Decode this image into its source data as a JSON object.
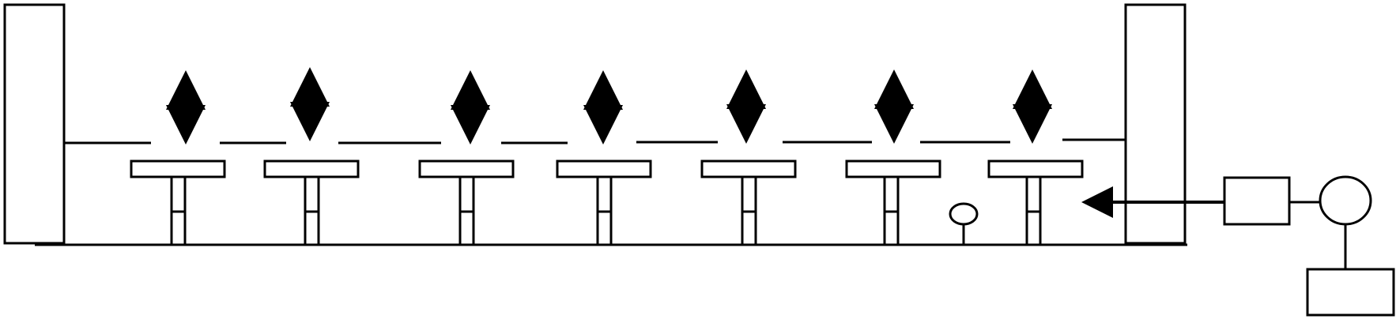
{
  "diagram": {
    "stroke_color": "#000000",
    "fill_color": "#ffffff",
    "stage_count": 7,
    "stages": [
      {
        "id": "stage-1"
      },
      {
        "id": "stage-2"
      },
      {
        "id": "stage-3"
      },
      {
        "id": "stage-4"
      },
      {
        "id": "stage-5"
      },
      {
        "id": "stage-6"
      },
      {
        "id": "stage-7"
      }
    ],
    "components": [
      "left-wall",
      "right-wall",
      "base-line",
      "water-segments",
      "impellers",
      "vertical-arrows",
      "float-sensor",
      "inlet-arrow",
      "pump-box",
      "motor-circle",
      "controller-box"
    ]
  }
}
